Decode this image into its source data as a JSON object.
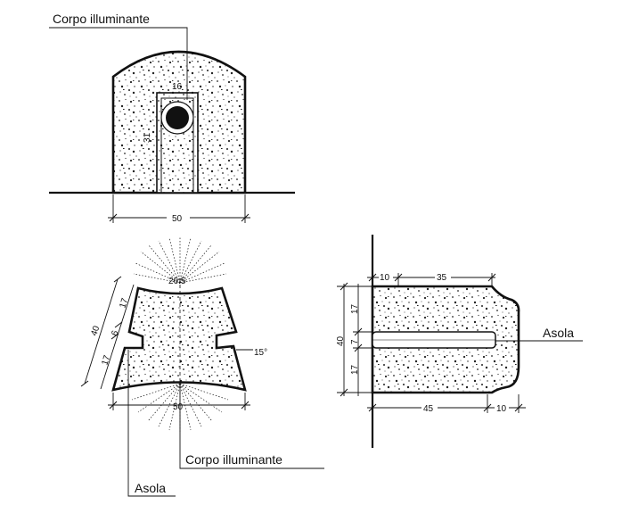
{
  "labels": {
    "corpo_illuminante": "Corpo illuminante",
    "asola": "Asola"
  },
  "front_view": {
    "width": "50",
    "inner_top": "16",
    "inner_side": "31"
  },
  "plan_view": {
    "height_total": "40",
    "height_top": "17",
    "height_mid": "6",
    "height_bottom": "17",
    "top_width": "26.5",
    "bottom_width": "50",
    "angle": "15°"
  },
  "side_view": {
    "top_left": "10",
    "top_right": "35",
    "height_total": "40",
    "height_top": "17",
    "height_mid": "7",
    "height_bottom": "17",
    "bottom_main": "45",
    "bottom_right": "10"
  }
}
